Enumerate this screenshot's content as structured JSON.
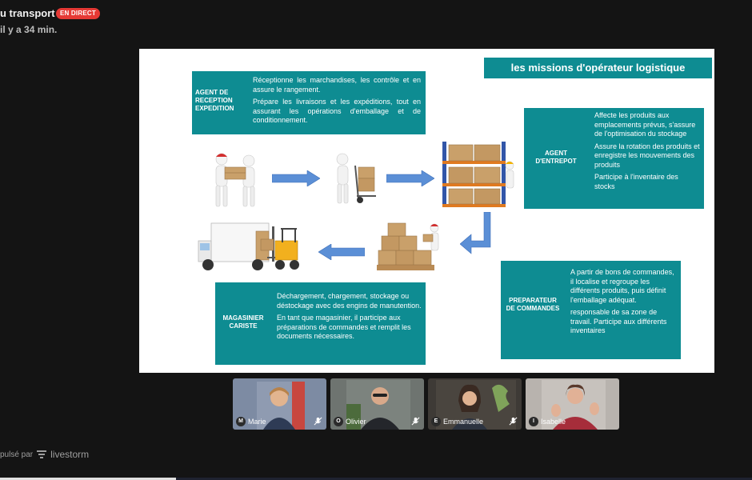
{
  "header": {
    "title": "u transport",
    "live_badge": "EN DIRECT",
    "subtitle": "il y a 34 min."
  },
  "slide": {
    "title": "les missions d'opérateur logistique",
    "roles": {
      "reception": {
        "name": "AGENT DE RECEPTION EXPEDITION",
        "lines": [
          "Réceptionne les marchandises, les contrôle et en assure le rangement.",
          "Prépare les livraisons et les expéditions, tout en assurant les opérations d'emballage et de conditionnement."
        ]
      },
      "entrepot": {
        "name": "AGENT D'ENTREPOT",
        "lines": [
          "Affecte les produits aux emplacements prévus, s'assure de l'optimisation du stockage",
          "Assure la rotation des produits et enregistre les mouvements des produits",
          "Participe à l'inventaire des stocks"
        ]
      },
      "preparateur": {
        "name": "PREPARATEUR DE COMMANDES",
        "lines": [
          "A partir de bons de commandes, il localise et regroupe les différents produits, puis définit l'emballage adéquat.",
          "responsable de sa zone de travail. Participe aux différents inventaires"
        ]
      },
      "magasinier": {
        "name": "MAGASINIER CARISTE",
        "lines": [
          "Déchargement, chargement, stockage ou déstockage avec des engins de manutention.",
          "En tant que magasinier, il participe aux préparations de commandes et remplit les documents nécessaires."
        ]
      }
    },
    "illustrations": [
      "workers-carrying-box",
      "worker-hand-truck",
      "warehouse-shelves",
      "boxes-pallet",
      "truck-forklift"
    ],
    "colors": {
      "teal": "#0e8c92",
      "arrow_blue": "#5b8fd6"
    }
  },
  "participants": [
    {
      "initial": "M",
      "name": "Marie",
      "muted": true
    },
    {
      "initial": "O",
      "name": "Olivier",
      "muted": true
    },
    {
      "initial": "E",
      "name": "Emmanuelle",
      "muted": true
    },
    {
      "initial": "I",
      "name": "Isabelle",
      "muted": false
    }
  ],
  "footer": {
    "powered_by": "pulsé par",
    "brand": "livestorm"
  },
  "colors": {
    "live_red": "#e53935",
    "background": "#141414"
  }
}
